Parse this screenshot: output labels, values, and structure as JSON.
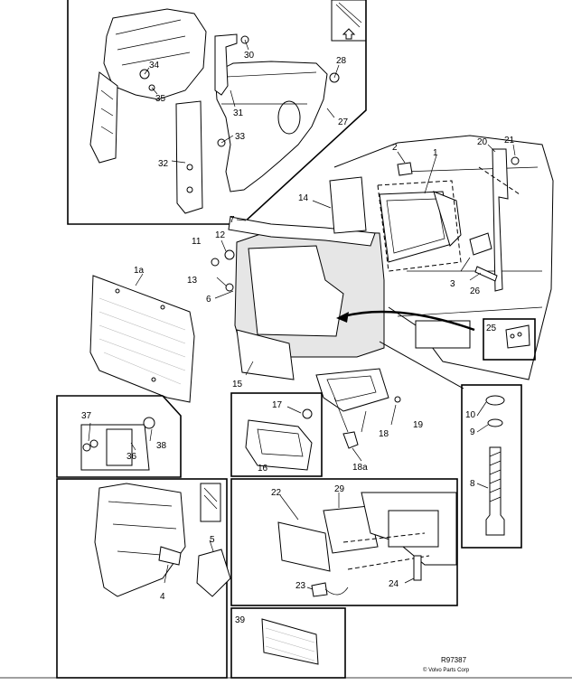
{
  "labels": {
    "p1": "1",
    "p1a": "1a",
    "p2": "2",
    "p3": "3",
    "p4": "4",
    "p5": "5",
    "p6": "6",
    "p7": "7",
    "p8": "8",
    "p9": "9",
    "p10": "10",
    "p11": "11",
    "p12": "12",
    "p13": "13",
    "p14": "14",
    "p15": "15",
    "p16": "16",
    "p17": "17",
    "p18": "18",
    "p18a": "18a",
    "p19": "19",
    "p20": "20",
    "p21": "21",
    "p22": "22",
    "p23": "23",
    "p24": "24",
    "p25": "25",
    "p26": "26",
    "p27": "27",
    "p28": "28",
    "p29": "29",
    "p30": "30",
    "p31": "31",
    "p32": "32",
    "p33": "33",
    "p34": "34",
    "p35": "35",
    "p36": "36",
    "p37": "37",
    "p38": "38",
    "p39": "39"
  },
  "footer": {
    "ref": "R97387",
    "copyright": "© Volvo Parts Corp"
  }
}
